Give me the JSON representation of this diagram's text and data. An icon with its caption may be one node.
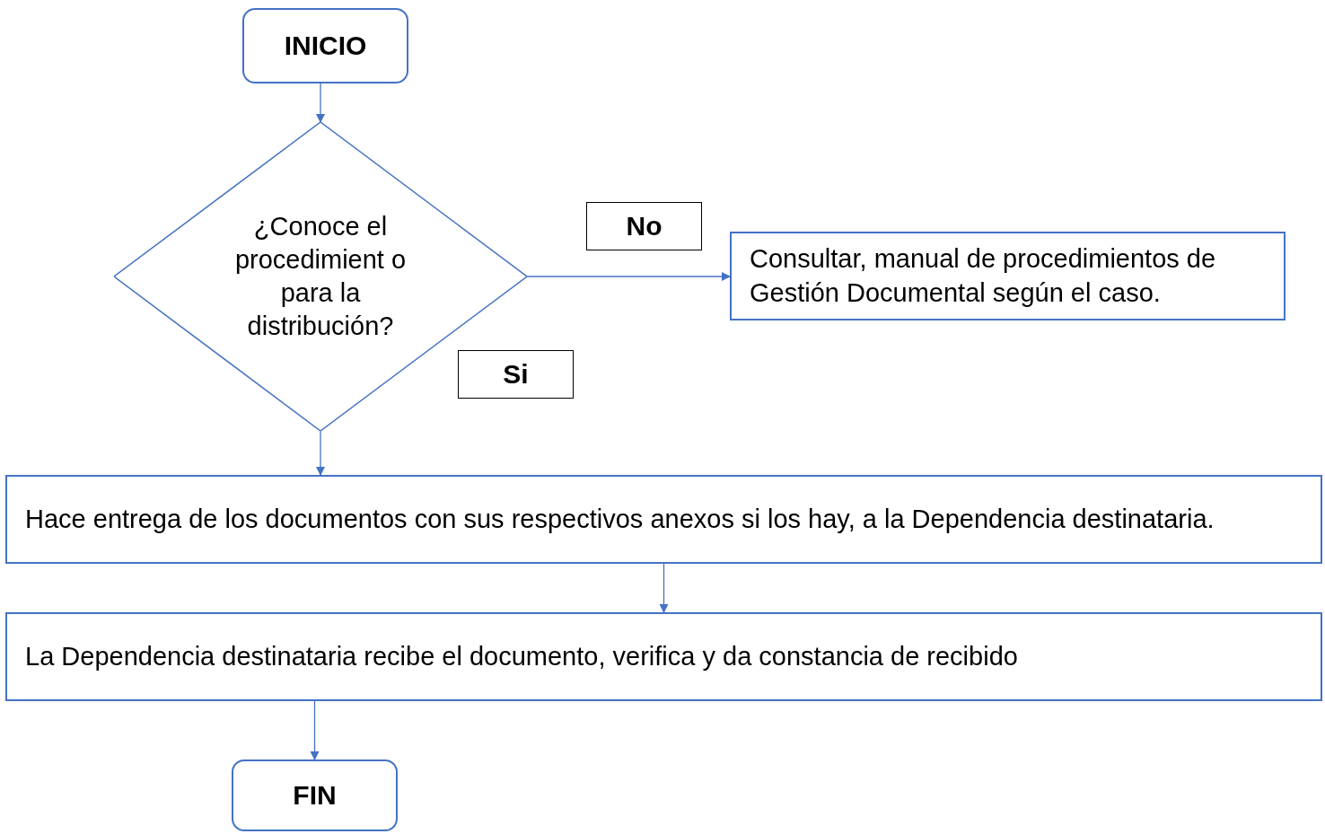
{
  "diagram": {
    "nodes": [
      {
        "text": [
          "INICIO"
        ]
      },
      {
        "text": [
          "¿Conoce el procedimient o para la distribución?"
        ]
      },
      {
        "text": [
          "No"
        ]
      },
      {
        "text": [
          "Consultar, manual de procedimientos de Gestión Documental según el caso."
        ]
      },
      {
        "text": [
          "Si"
        ]
      },
      {
        "text": [
          "Hace entrega de los documentos con sus respectivos anexos si los hay, a la Dependencia destinataria."
        ]
      },
      {
        "text": [
          "La Dependencia destinataria recibe el documento, verifica y da constancia de recibido"
        ]
      },
      {
        "text": [
          "FIN"
        ]
      }
    ],
    "edges": [
      {
        "from": 0,
        "to": 1,
        "arrow": "to"
      },
      {
        "from": 1,
        "to": 3,
        "arrow": "to"
      },
      {
        "from": 1,
        "to": 5,
        "arrow": "to"
      },
      {
        "from": 5,
        "to": 6,
        "arrow": "to"
      },
      {
        "from": 6,
        "to": 7,
        "arrow": "to"
      }
    ]
  }
}
